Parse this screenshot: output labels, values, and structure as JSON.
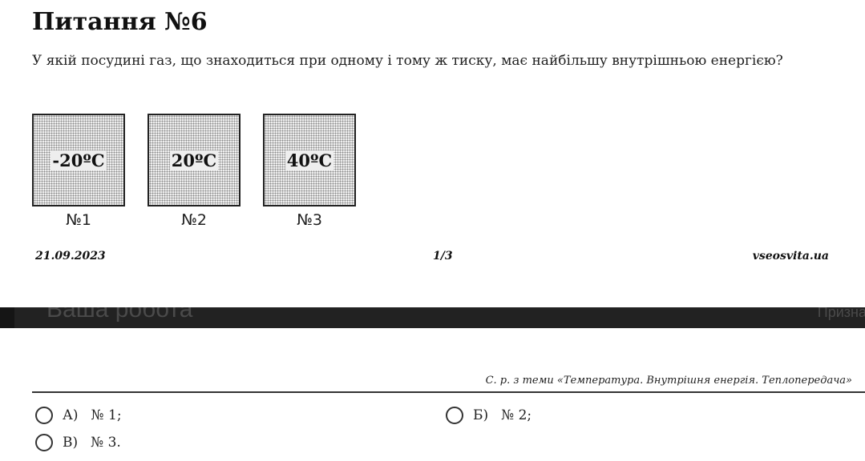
{
  "question": {
    "title": "Питання №6",
    "text": "У якій посудині газ, що знаходиться при одному і тому ж тиску, має найбільшу внутрішньою енергією?"
  },
  "vessels": [
    {
      "temperature": "-20ºC",
      "label": "№1"
    },
    {
      "temperature": "20ºC",
      "label": "№2"
    },
    {
      "temperature": "40ºC",
      "label": "№3"
    }
  ],
  "page_footer": {
    "date": "21.09.2023",
    "page": "1/3",
    "site": "vseosvita.ua"
  },
  "overlay": {
    "title": "Ваша робота",
    "right_text": "Призна"
  },
  "running_header": "С. р. з теми «Температура. Внутрішня енергія. Теплопередача»",
  "answers": [
    {
      "letter": "А)",
      "text": "№ 1;"
    },
    {
      "letter": "Б)",
      "text": "№ 2;"
    },
    {
      "letter": "В)",
      "text": "№ 3."
    }
  ]
}
